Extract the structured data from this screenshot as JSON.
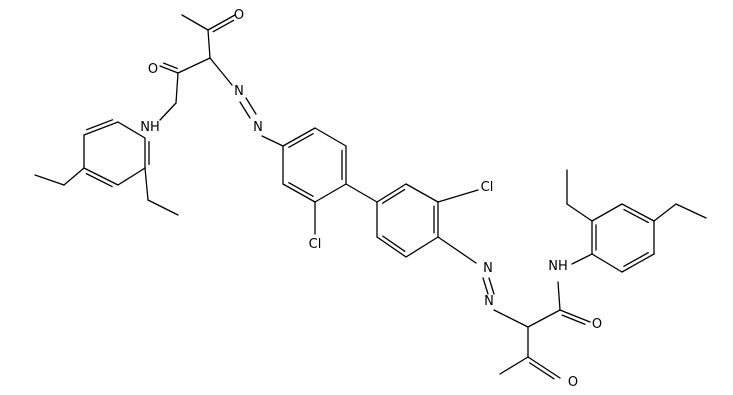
{
  "atom_labels": {
    "o_ketone_left": "O",
    "o_amide_left": "O",
    "nh_left": "NH",
    "n_azo_left_1": "N",
    "n_azo_left_2": "N",
    "cl_left": "Cl",
    "cl_right": "Cl",
    "n_azo_right_1": "N",
    "n_azo_right_2": "N",
    "nh_right": "NH",
    "o_amide_right": "O",
    "o_ketone_right": "O"
  }
}
